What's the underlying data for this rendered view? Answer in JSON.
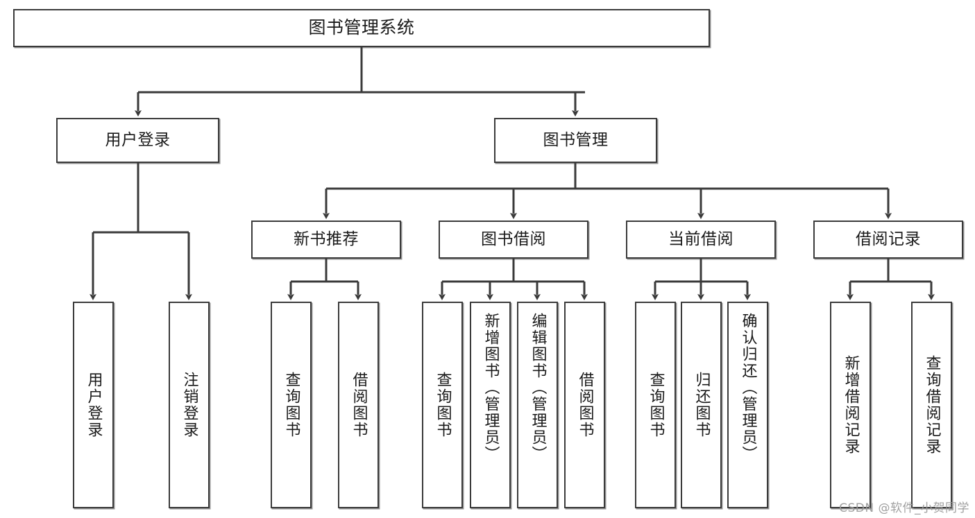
{
  "diagram": {
    "type": "tree-hierarchy",
    "title": "图书管理系统",
    "watermark": "CSDN @软件_小贺同学",
    "colors": {
      "box_border": "#3a3a3a",
      "box_fill": "#ffffff",
      "edge": "#3a3a3a",
      "text": "#1a1a1a",
      "watermark": "#9b9b9b"
    }
  },
  "nodes": {
    "root": {
      "label": "图书管理系统"
    },
    "level2": [
      {
        "id": "user-login",
        "label": "用户登录"
      },
      {
        "id": "book-manage",
        "label": "图书管理"
      }
    ],
    "level3": [
      {
        "id": "new-book-recommend",
        "label": "新书推荐"
      },
      {
        "id": "book-borrow",
        "label": "图书借阅"
      },
      {
        "id": "current-borrow",
        "label": "当前借阅"
      },
      {
        "id": "borrow-record",
        "label": "借阅记录"
      }
    ],
    "level4": {
      "user-login": [
        {
          "id": "leaf-user-login",
          "label": "用户登录"
        },
        {
          "id": "leaf-user-logout",
          "label": "注销登录"
        }
      ],
      "new-book-recommend": [
        {
          "id": "leaf-query-book-1",
          "label": "查询图书"
        },
        {
          "id": "leaf-borrow-book-1",
          "label": "借阅图书"
        }
      ],
      "book-borrow": [
        {
          "id": "leaf-query-book-2",
          "label": "查询图书"
        },
        {
          "id": "leaf-add-book",
          "label": "新增图书（管理员）"
        },
        {
          "id": "leaf-edit-book",
          "label": "编辑图书（管理员）"
        },
        {
          "id": "leaf-borrow-book-2",
          "label": "借阅图书"
        }
      ],
      "current-borrow": [
        {
          "id": "leaf-query-book-3",
          "label": "查询图书"
        },
        {
          "id": "leaf-return-book",
          "label": "归还图书"
        },
        {
          "id": "leaf-confirm-return",
          "label": "确认归还（管理员）"
        }
      ],
      "borrow-record": [
        {
          "id": "leaf-add-record",
          "label": "新增借阅记录"
        },
        {
          "id": "leaf-query-record",
          "label": "查询借阅记录"
        }
      ]
    }
  }
}
